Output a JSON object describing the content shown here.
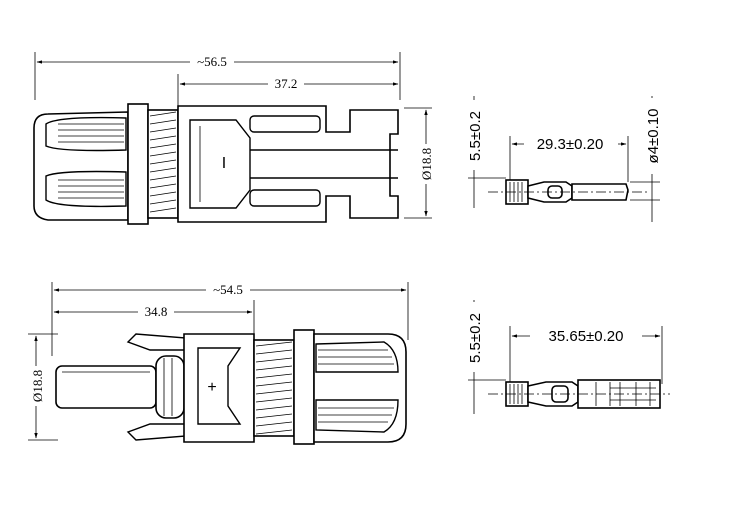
{
  "male_connector": {
    "marker": "I",
    "dim_overall": "~56.5",
    "dim_partial": "37.2",
    "dim_diameter": "Ø18.8"
  },
  "male_pin": {
    "dim_height": "5.5±0.2",
    "dim_length": "29.3±0.20",
    "dim_diameter": "ø4±0.10"
  },
  "female_connector": {
    "marker": "+",
    "dim_overall": "~54.5",
    "dim_partial": "34.8",
    "dim_diameter": "Ø18.8"
  },
  "female_socket": {
    "dim_height": "5.5±0.2",
    "dim_length": "35.65±0.20"
  }
}
